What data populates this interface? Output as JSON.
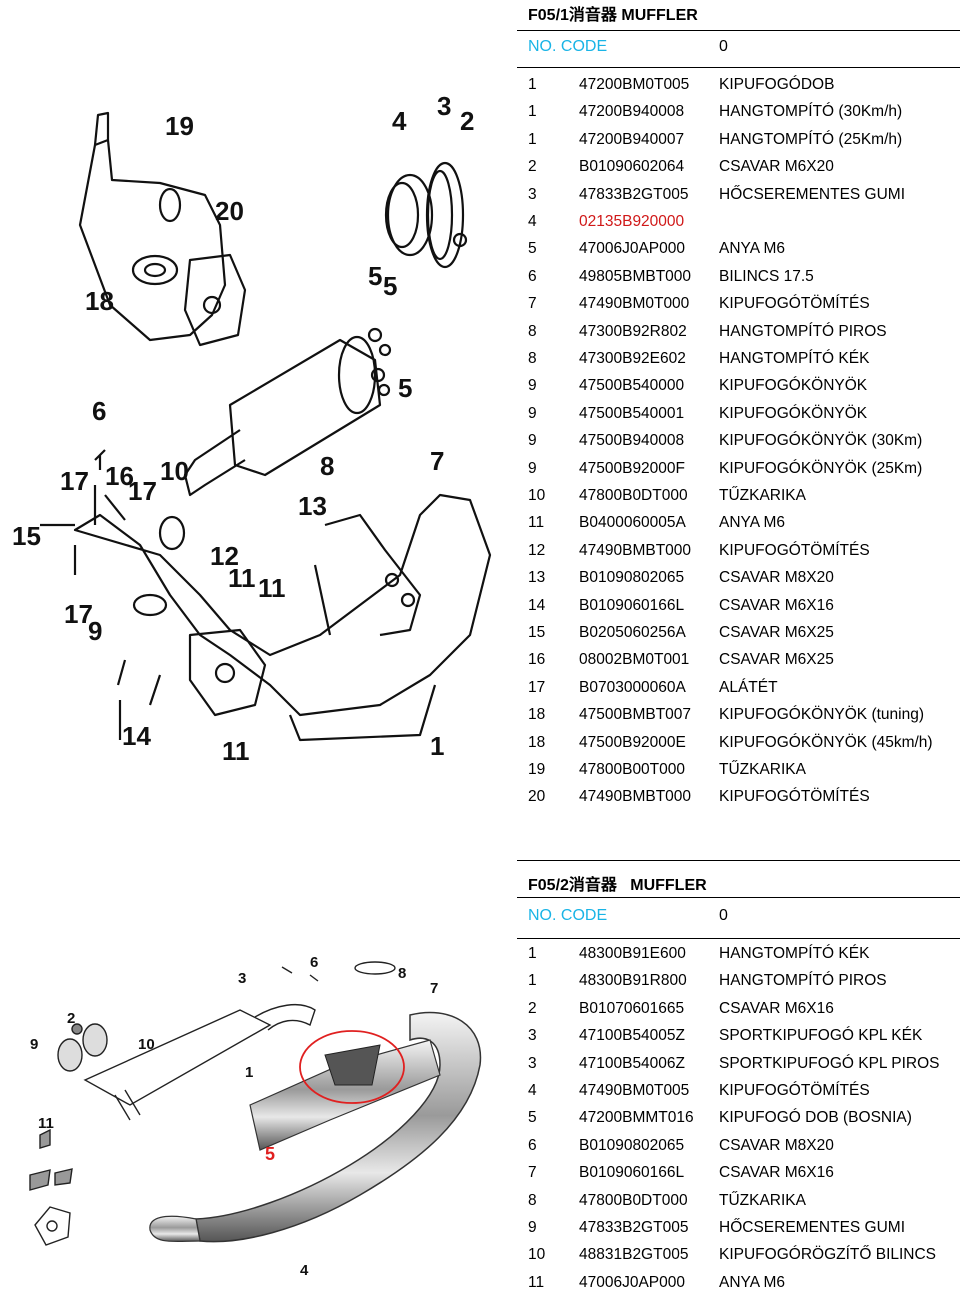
{
  "section1": {
    "title": "F05/1消音器 MUFFLER",
    "header": {
      "no_code": "NO. CODE",
      "zero": "0"
    },
    "rows": [
      {
        "n": "1",
        "code": "47200BM0T005",
        "desc": "KIPUFOGÓDOB"
      },
      {
        "n": "1",
        "code": "47200B940008",
        "desc": "HANGTOMPÍTÓ (30Km/h)"
      },
      {
        "n": "1",
        "code": "47200B940007",
        "desc": "HANGTOMPÍTÓ (25Km/h)"
      },
      {
        "n": "2",
        "code": "B01090602064",
        "desc": "CSAVAR M6X20"
      },
      {
        "n": "3",
        "code": "47833B2GT005",
        "desc": "HŐCSEREMENTES GUMI"
      },
      {
        "n": "4",
        "code": "02135B920000",
        "desc": ""
      },
      {
        "n": "5",
        "code": "47006J0AP000",
        "desc": "ANYA M6"
      },
      {
        "n": "6",
        "code": "49805BMBT000",
        "desc": "BILINCS 17.5"
      },
      {
        "n": "7",
        "code": "47490BM0T000",
        "desc": "KIPUFOGÓTÖMÍTÉS"
      },
      {
        "n": "8",
        "code": "47300B92R802",
        "desc": "HANGTOMPÍTÓ PIROS"
      },
      {
        "n": "8",
        "code": "47300B92E602",
        "desc": "HANGTOMPÍTÓ KÉK"
      },
      {
        "n": "9",
        "code": "47500B540000",
        "desc": "KIPUFOGÓKÖNYÖK"
      },
      {
        "n": "9",
        "code": "47500B540001",
        "desc": "KIPUFOGÓKÖNYÖK"
      },
      {
        "n": "9",
        "code": "47500B940008",
        "desc": "KIPUFOGÓKÖNYÖK (30Km)"
      },
      {
        "n": "9",
        "code": "47500B92000F",
        "desc": "KIPUFOGÓKÖNYÖK (25Km)"
      },
      {
        "n": "10",
        "code": "47800B0DT000",
        "desc": "TŰZKARIKA"
      },
      {
        "n": "11",
        "code": "B0400060005A",
        "desc": "ANYA M6"
      },
      {
        "n": "12",
        "code": "47490BMBT000",
        "desc": "KIPUFOGÓTÖMÍTÉS"
      },
      {
        "n": "13",
        "code": "B01090802065",
        "desc": "CSAVAR M8X20"
      },
      {
        "n": "14",
        "code": "B0109060166L",
        "desc": "CSAVAR M6X16"
      },
      {
        "n": "15",
        "code": "B0205060256A",
        "desc": "CSAVAR M6X25"
      },
      {
        "n": "16",
        "code": "08002BM0T001",
        "desc": "CSAVAR M6X25"
      },
      {
        "n": "17",
        "code": "B0703000060A",
        "desc": "ALÁTÉT"
      },
      {
        "n": "18",
        "code": "47500BMBT007",
        "desc": "KIPUFOGÓKÖNYÖK (tuning)"
      },
      {
        "n": "18",
        "code": "47500B92000E",
        "desc": "KIPUFOGÓKÖNYÖK (45km/h)"
      },
      {
        "n": "19",
        "code": "47800B00T000",
        "desc": "TŰZKARIKA"
      },
      {
        "n": "20",
        "code": "47490BMBT000",
        "desc": "KIPUFOGÓTÖMÍTÉS"
      }
    ],
    "callouts": [
      "19",
      "4",
      "3",
      "2",
      "20",
      "18",
      "5",
      "5",
      "6",
      "5",
      "17",
      "16",
      "17",
      "10",
      "8",
      "7",
      "13",
      "15",
      "12",
      "11",
      "11",
      "17",
      "9",
      "14",
      "11",
      "1"
    ]
  },
  "section2": {
    "title": "F05/2消音器   MUFFLER",
    "header": {
      "no_code": "NO. CODE",
      "zero": "0"
    },
    "rows": [
      {
        "n": "1",
        "code": "48300B91E600",
        "desc": "HANGTOMPÍTÓ KÉK"
      },
      {
        "n": "1",
        "code": "48300B91R800",
        "desc": "HANGTOMPÍTÓ PIROS"
      },
      {
        "n": "2",
        "code": "B01070601665",
        "desc": "CSAVAR M6X16"
      },
      {
        "n": "3",
        "code": "47100B54005Z",
        "desc": "SPORTKIPUFOGÓ KPL KÉK"
      },
      {
        "n": "3",
        "code": "47100B54006Z",
        "desc": "SPORTKIPUFOGÓ KPL PIROS"
      },
      {
        "n": "4",
        "code": "47490BM0T005",
        "desc": "KIPUFOGÓTÖMÍTÉS"
      },
      {
        "n": "5",
        "code": "47200BMMT016",
        "desc": "KIPUFOGÓ DOB (BOSNIA)"
      },
      {
        "n": "6",
        "code": "B01090802065",
        "desc": "CSAVAR M8X20"
      },
      {
        "n": "7",
        "code": "B0109060166L",
        "desc": "CSAVAR M6X16"
      },
      {
        "n": "8",
        "code": "47800B0DT000",
        "desc": "TŰZKARIKA"
      },
      {
        "n": "9",
        "code": "47833B2GT005",
        "desc": "HŐCSEREMENTES GUMI"
      },
      {
        "n": "10",
        "code": "48831B2GT005",
        "desc": "KIPUFOGÓRÖGZÍTŐ BILINCS"
      },
      {
        "n": "11",
        "code": "47006J0AP000",
        "desc": "ANYA M6"
      }
    ],
    "callouts": [
      "3",
      "6",
      "8",
      "7",
      "2",
      "10",
      "9",
      "1",
      "11",
      "5",
      "4"
    ]
  },
  "colors": {
    "header_code": "#19b4e6",
    "missing_desc_code": "#d01818",
    "callout_red": "#e02020"
  }
}
